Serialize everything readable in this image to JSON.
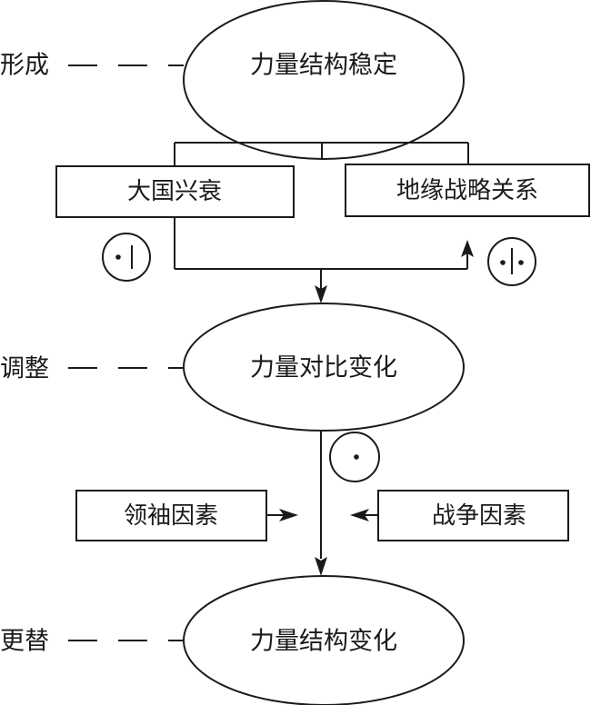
{
  "stages": [
    {
      "label": "形成",
      "node": "力量结构稳定"
    },
    {
      "label": "调整",
      "node": "力量对比变化"
    },
    {
      "label": "更替",
      "node": "力量结构变化"
    }
  ],
  "upper_factors": {
    "left": "大国兴衰",
    "right": "地缘战略关系"
  },
  "lower_factors": {
    "left": "领袖因素",
    "right": "战争因素"
  },
  "symbols": {
    "left_marker": "dot-and-bar",
    "right_marker": "dot-bar-dot",
    "center_marker": "single-dot"
  },
  "colors": {
    "line": "#1a1a1a",
    "background": "#ffffff"
  }
}
